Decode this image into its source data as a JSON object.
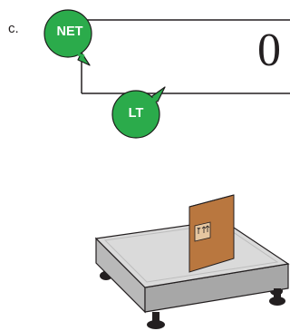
{
  "step": {
    "label": "c."
  },
  "display": {
    "value": "0"
  },
  "indicators": {
    "net": {
      "label": "NET",
      "color": "#2bab4b"
    },
    "lt": {
      "label": "LT",
      "color": "#2bab4b"
    }
  },
  "scale": {
    "platform_color": "#d9d9d9",
    "box_color": "#b9773f",
    "box_icon": "fragile-this-side-up-icon"
  }
}
